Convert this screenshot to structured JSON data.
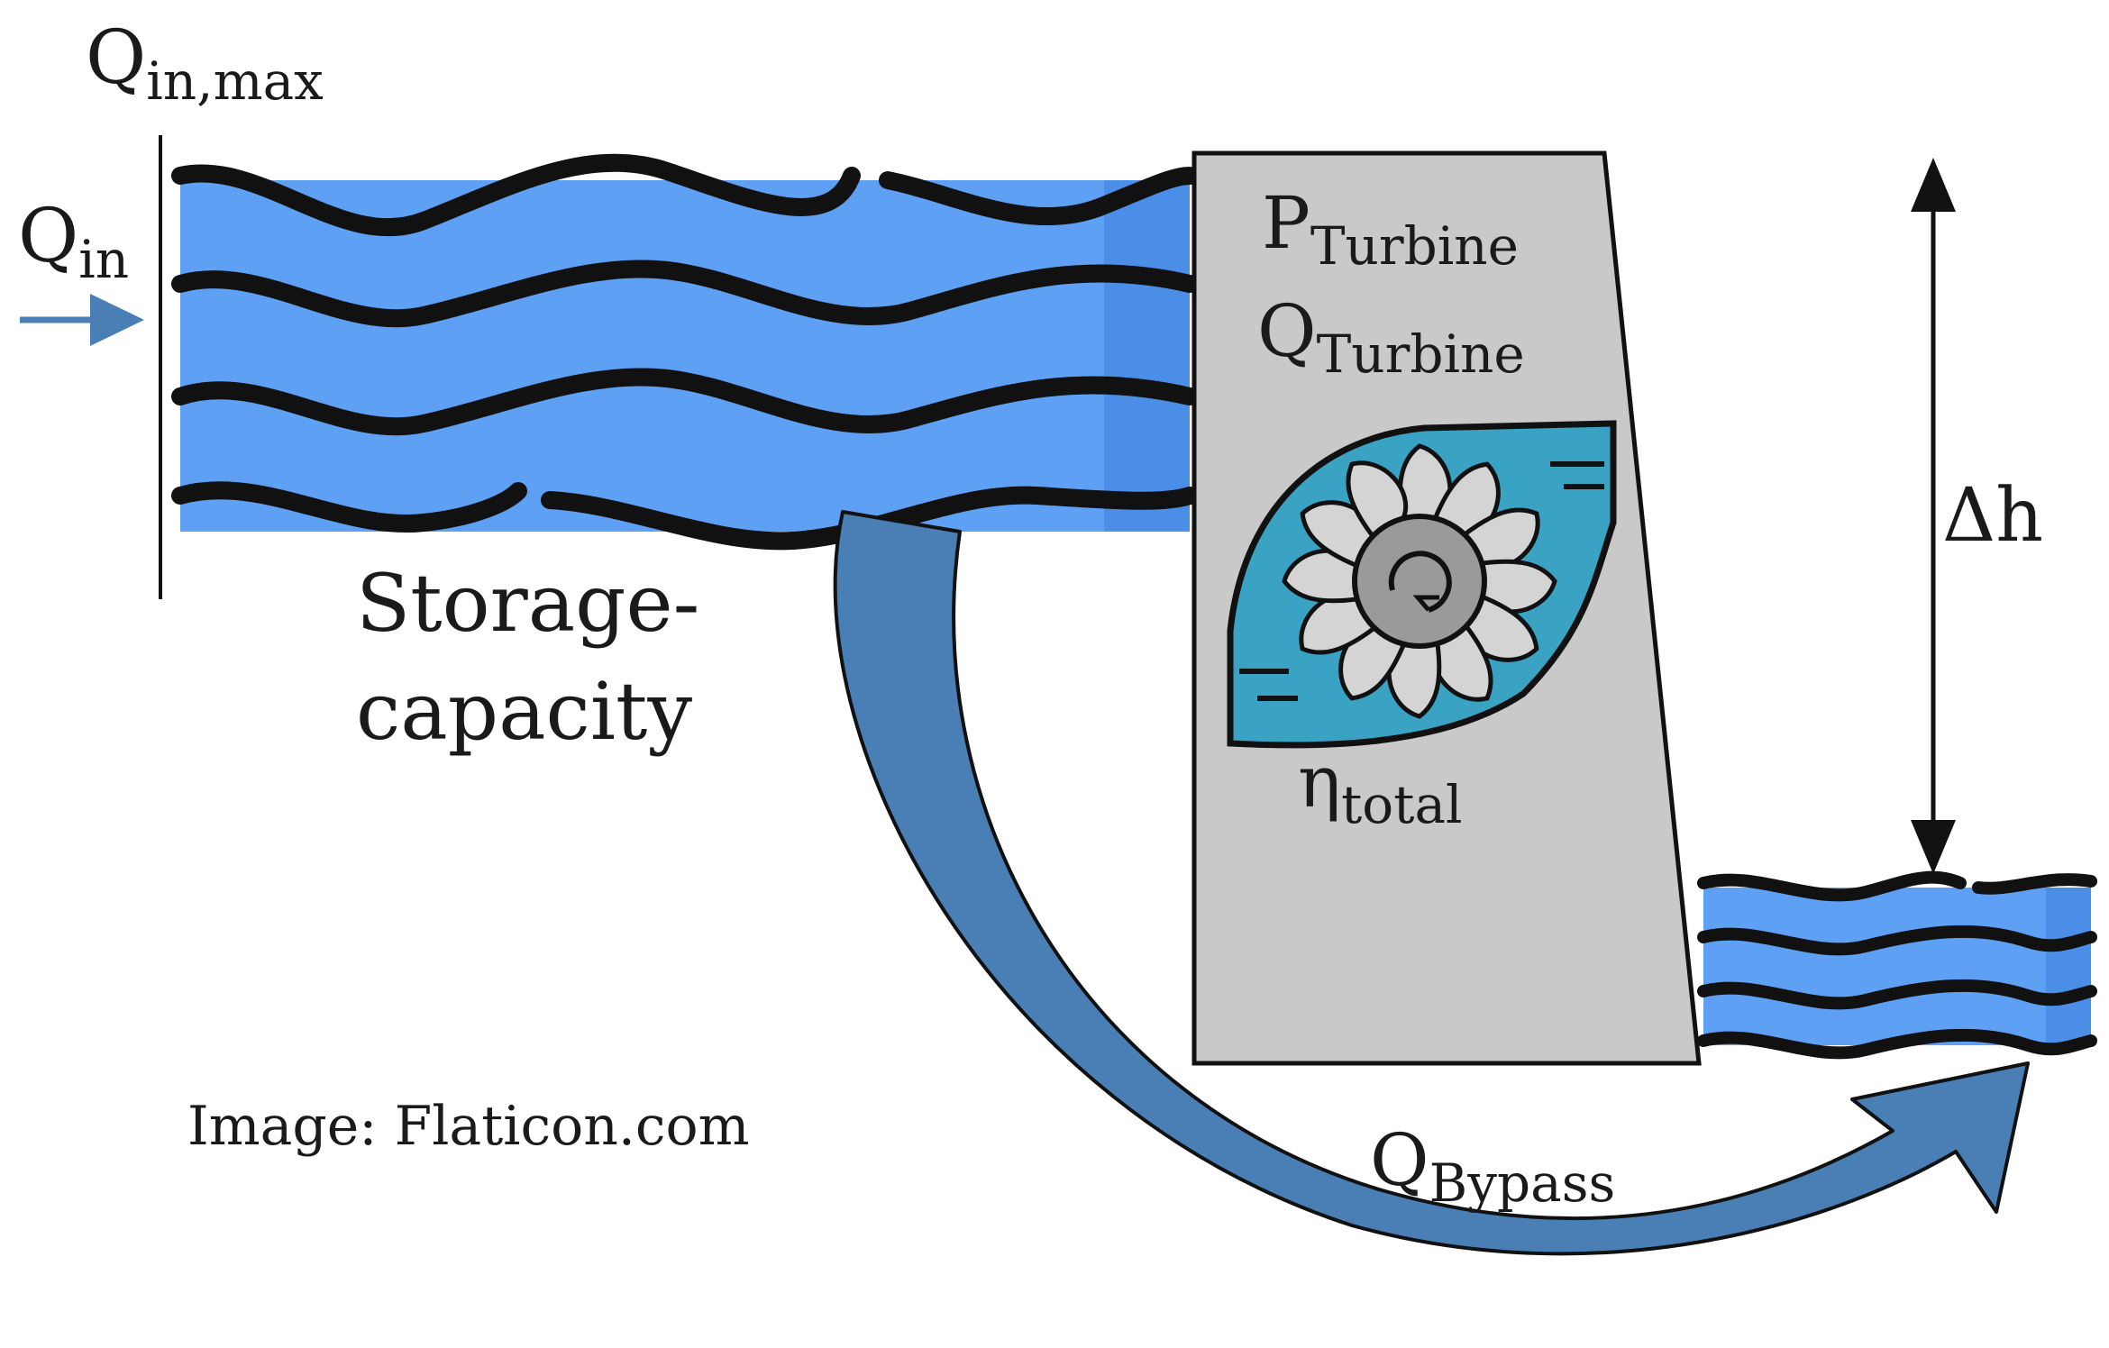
{
  "labels": {
    "qin_max": {
      "main": "Q",
      "sub": "in,max"
    },
    "qin": {
      "main": "Q",
      "sub": "in"
    },
    "storage_line1": "Storage-",
    "storage_line2": "capacity",
    "p_turbine": {
      "main": "P",
      "sub": "Turbine"
    },
    "q_turbine": {
      "main": "Q",
      "sub": "Turbine"
    },
    "eta_total": {
      "main": "η",
      "sub": "total"
    },
    "delta_h": "Δh",
    "q_bypass": {
      "main": "Q",
      "sub": "Bypass"
    },
    "credit": "Image: Flaticon.com"
  },
  "colors": {
    "water": "#5ea1f4",
    "water_dark": "#4a8ee8",
    "wave_line": "#111111",
    "dam_fill": "#c9c9c9",
    "bypass_arrow": "#4a7fb5",
    "inflow_arrow": "#4a7fb5",
    "turbine_bg": "#3aa3c4",
    "turbine_blade": "#d4d4d4",
    "turbine_hub": "#9a9a9a"
  },
  "icons": [
    "turbine-icon",
    "inflow-arrow-icon",
    "bypass-arrow-icon",
    "head-arrow-icon"
  ]
}
